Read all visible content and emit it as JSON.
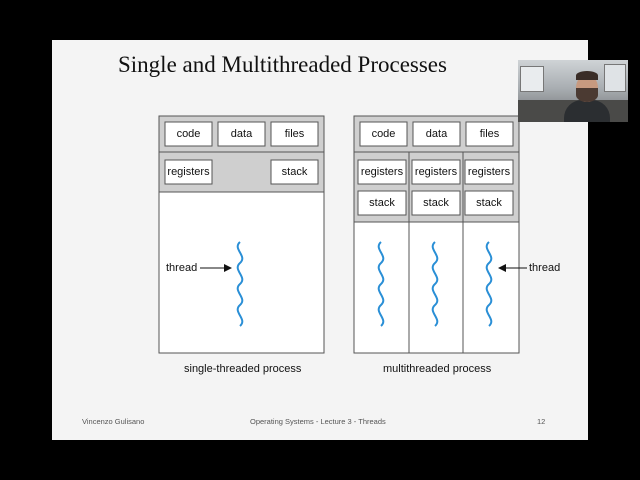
{
  "slide": {
    "title": "Single and Multithreaded Processes",
    "single": {
      "row1": [
        "code",
        "data",
        "files"
      ],
      "registers": "registers",
      "stack": "stack",
      "thread_label": "thread",
      "caption": "single-threaded process"
    },
    "multi": {
      "row1": [
        "code",
        "data",
        "files"
      ],
      "registers": [
        "registers",
        "registers",
        "registers"
      ],
      "stacks": [
        "stack",
        "stack",
        "stack"
      ],
      "thread_label": "thread",
      "caption": "multithreaded process"
    },
    "footer": {
      "author": "Vincenzo Gulisano",
      "course": "Operating Systems - Lecture 3 - Threads",
      "page": "12"
    }
  },
  "colors": {
    "thread_wave": "#2a8fd6",
    "panel": "#cfcfcf",
    "box": "#ffffff",
    "background": "#000000"
  },
  "icons": {
    "webcam": "presenter-webcam-video"
  }
}
